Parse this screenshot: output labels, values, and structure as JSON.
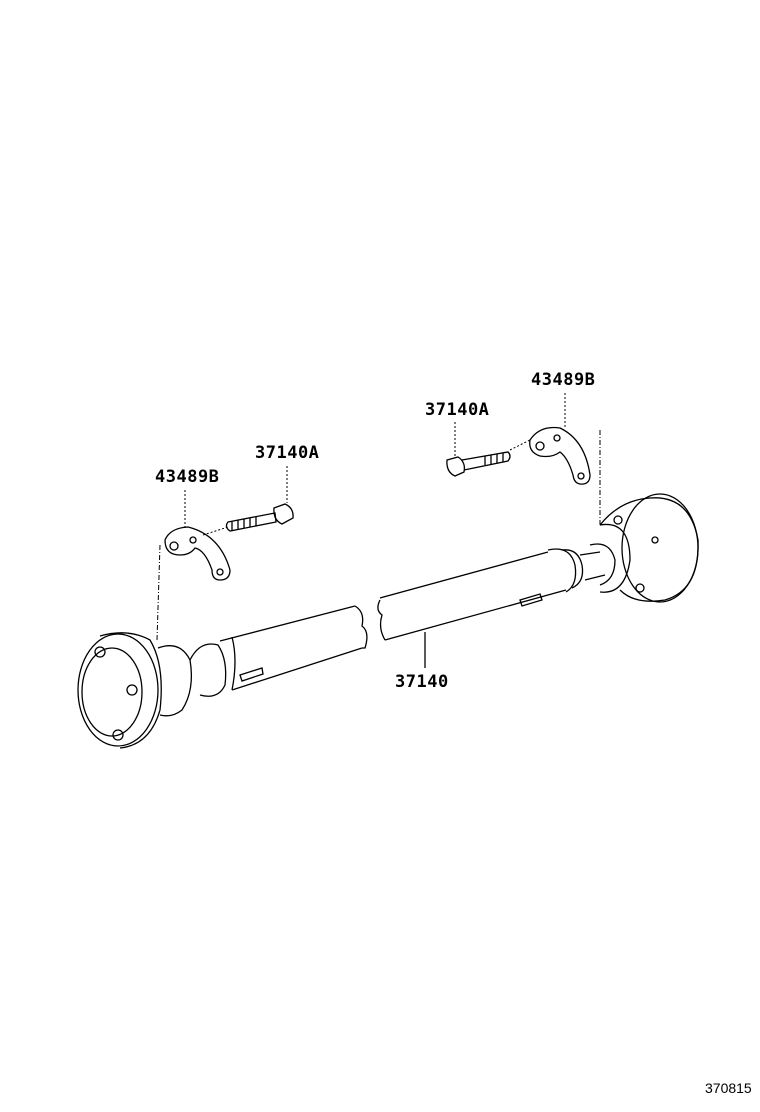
{
  "diagram": {
    "callouts": [
      {
        "id": "left-bracket",
        "text": "43489B"
      },
      {
        "id": "left-bolt",
        "text": "37140A"
      },
      {
        "id": "right-bolt",
        "text": "37140A"
      },
      {
        "id": "right-bracket",
        "text": "43489B"
      },
      {
        "id": "propeller-shaft",
        "text": "37140"
      }
    ],
    "figure_code": "370815"
  }
}
